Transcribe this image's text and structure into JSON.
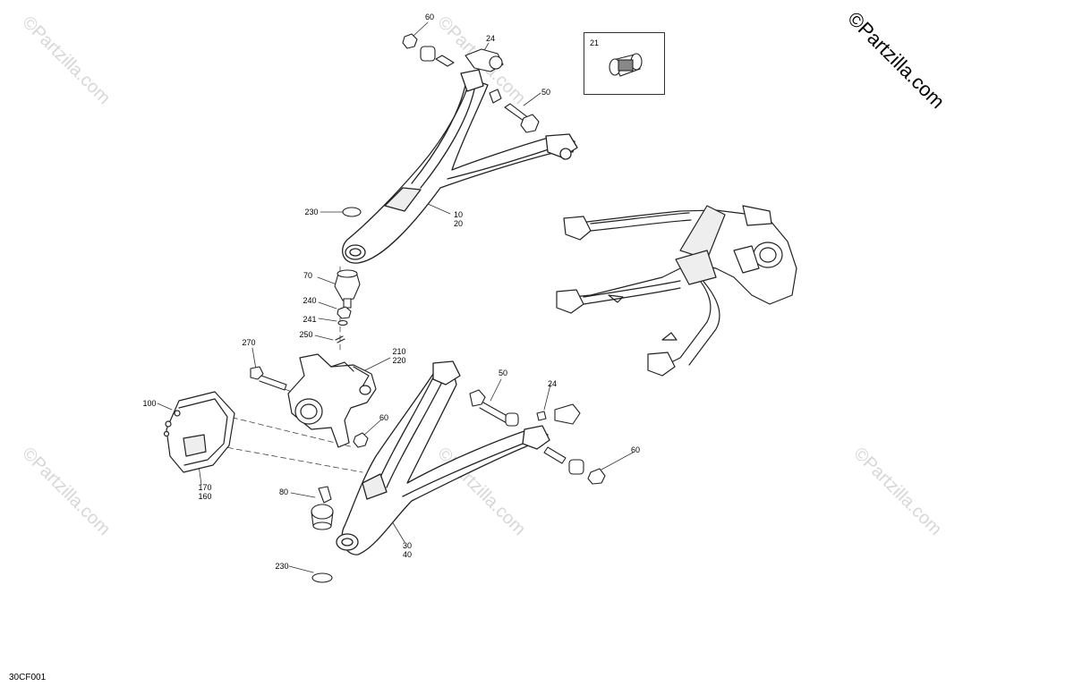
{
  "brand": "©Partzilla.com",
  "watermark": "©Partzilla.com",
  "diagram_code": "30CF001",
  "inset_label": "21",
  "callouts": {
    "c60_top": "60",
    "c24_top": "24",
    "c50_top": "50",
    "c230_top": "230",
    "c10_20": "10\n20",
    "c70": "70",
    "c240": "240",
    "c241": "241",
    "c250": "250",
    "c270": "270",
    "c210_220": "210\n220",
    "c100": "100",
    "c60_mid": "60",
    "c50_low": "50",
    "c24_low": "24",
    "c60_low": "60",
    "c170_160": "170\n160",
    "c80": "80",
    "c30_40": "30\n40",
    "c230_low": "230"
  }
}
